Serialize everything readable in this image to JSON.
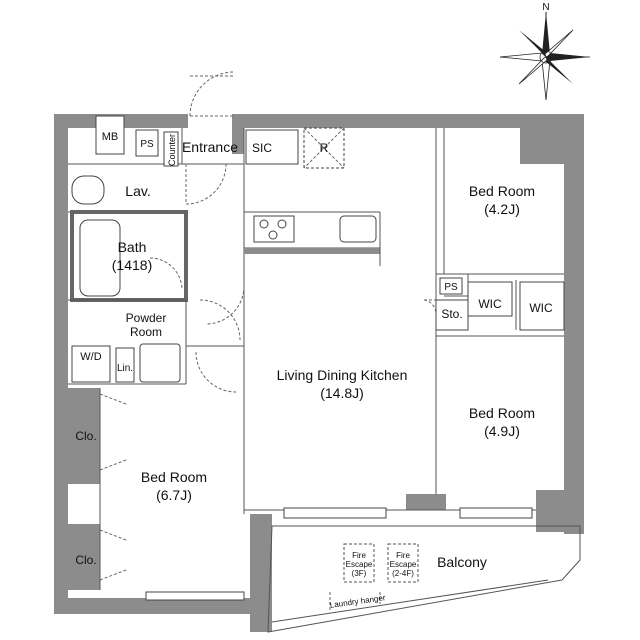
{
  "compass": {
    "north_label": "N"
  },
  "rooms": {
    "mb": "MB",
    "ps_top": "PS",
    "counter": "Counter",
    "entrance": "Entrance",
    "sic": "SIC",
    "refrigerator": "R",
    "lav": "Lav.",
    "bath": {
      "name": "Bath",
      "size": "(1418)"
    },
    "powder": {
      "line1": "Powder",
      "line2": "Room"
    },
    "wd": "W/D",
    "lin": "Lin.",
    "clo_upper": "Clo.",
    "clo_lower": "Clo.",
    "bed_main": {
      "name": "Bed Room",
      "size": "(6.7J)"
    },
    "ldk": {
      "name": "Living Dining Kitchen",
      "size": "(14.8J)"
    },
    "bed_ne": {
      "name": "Bed Room",
      "size": "(4.2J)"
    },
    "ps_mid": "PS",
    "sto": "Sto.",
    "wic_left": "WIC",
    "wic_right": "WIC",
    "bed_e": {
      "name": "Bed Room",
      "size": "(4.9J)"
    },
    "balcony": "Balcony",
    "fire_escape_1": {
      "line1": "Fire",
      "line2": "Escape",
      "line3": "(3F)"
    },
    "fire_escape_2": {
      "line1": "Fire",
      "line2": "Escape",
      "line3": "(2-4F)"
    },
    "laundry": "Laundry hanger"
  }
}
